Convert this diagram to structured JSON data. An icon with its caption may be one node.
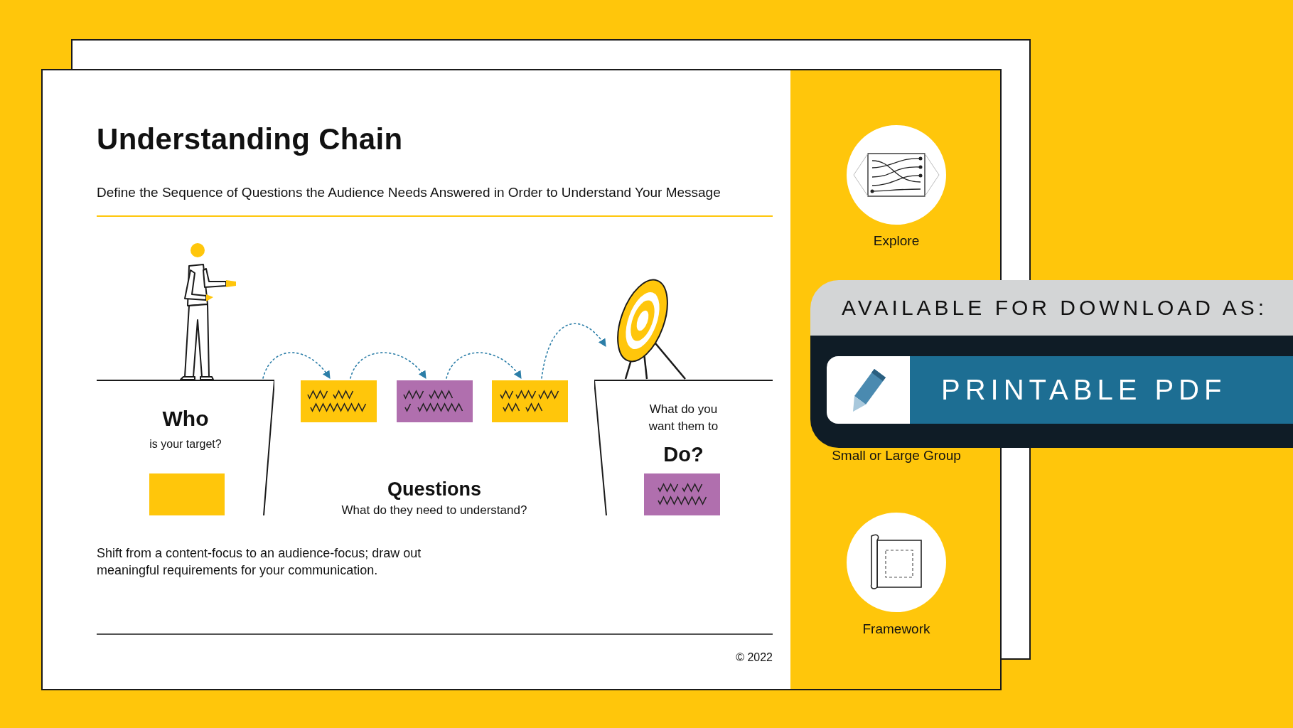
{
  "diagram": {
    "title": "Understanding Chain",
    "nodes": [
      {
        "text": [
          "Who",
          "is your target?"
        ]
      },
      {
        "text": [],
        "shape": "box",
        "in": 0
      },
      {
        "text": [],
        "shape": "box"
      },
      {
        "text": [],
        "shape": "box"
      },
      {
        "text": [],
        "shape": "box"
      },
      {
        "text": [],
        "shape": "picture"
      },
      {
        "text": [
          "What do you want them to",
          "Do?"
        ]
      },
      {
        "text": [],
        "shape": "box",
        "in": 6
      }
    ],
    "edges": [
      {
        "from": 0,
        "to": 2,
        "arrow": "to",
        "style": "dashed"
      },
      {
        "from": 2,
        "to": 3,
        "arrow": "to",
        "style": "dashed"
      },
      {
        "from": 3,
        "to": 4,
        "arrow": "to",
        "style": "dashed"
      },
      {
        "from": 4,
        "to": 5,
        "arrow": "to",
        "style": "dashed"
      }
    ],
    "labels": [
      "Define the Sequence of Questions the Audience Needs Answered in Order to Understand Your Message",
      "Questions",
      "What do they need to understand?",
      "Shift from a content-focus to an audience-focus; draw out meaningful requirements for your communication.",
      "© 2022",
      "Explore",
      "Small or Large Group",
      "Framework",
      "AVAILABLE FOR DOWNLOAD AS:",
      "PRINTABLE PDF"
    ]
  }
}
